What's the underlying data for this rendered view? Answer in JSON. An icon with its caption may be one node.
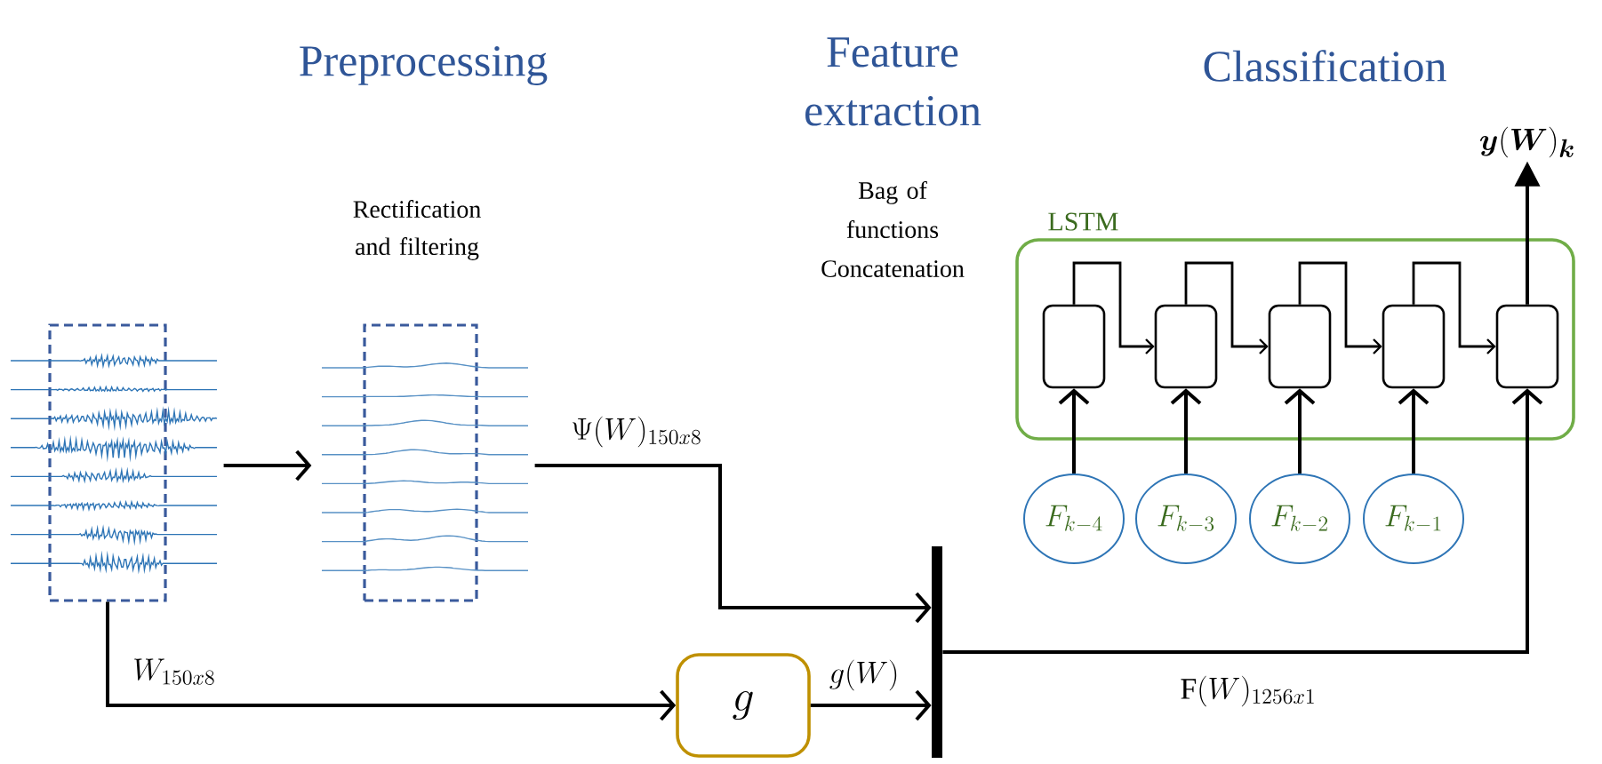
{
  "diagram": {
    "nodes": [
      {
        "text": [],
        "shape": "box"
      },
      {
        "text": [],
        "shape": "box",
        "beside": [
          "Rectification and filtering"
        ]
      },
      {
        "text": [],
        "shape": "bar"
      },
      {
        "text": [
          "g"
        ]
      },
      {
        "text": [
          "LSTM"
        ]
      },
      {
        "text": [],
        "shape": "box",
        "in": 4
      },
      {
        "text": [],
        "shape": "box",
        "in": 4
      },
      {
        "text": [],
        "shape": "box",
        "in": 4
      },
      {
        "text": [],
        "shape": "box",
        "in": 4
      },
      {
        "text": [],
        "shape": "box",
        "in": 4
      },
      {
        "text": [
          "F_{k-4}"
        ]
      },
      {
        "text": [
          "F_{k-3}"
        ]
      },
      {
        "text": [
          "F_{k-2}"
        ]
      },
      {
        "text": [
          "F_{k-1}"
        ]
      },
      {
        "text": [
          "\\boldsymbol{y}(\\boldsymbol{W})_{\\boldsymbol{k}}"
        ]
      }
    ],
    "edges": [
      {
        "from": 0,
        "to": 1,
        "arrow": "to"
      },
      {
        "from": 1,
        "to": 2,
        "arrow": "to",
        "label": "\\Psi(W)_{150x8}"
      },
      {
        "from": 0,
        "to": 3,
        "arrow": "to",
        "label": "W_{150x8}"
      },
      {
        "from": 3,
        "to": 2,
        "arrow": "to",
        "label": "g(W)"
      },
      {
        "from": 2,
        "to": 9,
        "arrow": "to",
        "label": "\\mathrm{F}(W)_{1256x1}"
      },
      {
        "from": 5,
        "to": 6,
        "arrow": "to"
      },
      {
        "from": 6,
        "to": 7,
        "arrow": "to"
      },
      {
        "from": 7,
        "to": 8,
        "arrow": "to"
      },
      {
        "from": 8,
        "to": 9,
        "arrow": "to"
      },
      {
        "from": 10,
        "to": 5,
        "arrow": "to"
      },
      {
        "from": 11,
        "to": 6,
        "arrow": "to"
      },
      {
        "from": 12,
        "to": 7,
        "arrow": "to"
      },
      {
        "from": 13,
        "to": 8,
        "arrow": "to"
      },
      {
        "from": 9,
        "to": 14,
        "arrow": "to"
      }
    ],
    "labels": [
      "Preprocessing",
      "Feature extraction",
      "Classification",
      "Bag of functions Concatenation"
    ]
  }
}
